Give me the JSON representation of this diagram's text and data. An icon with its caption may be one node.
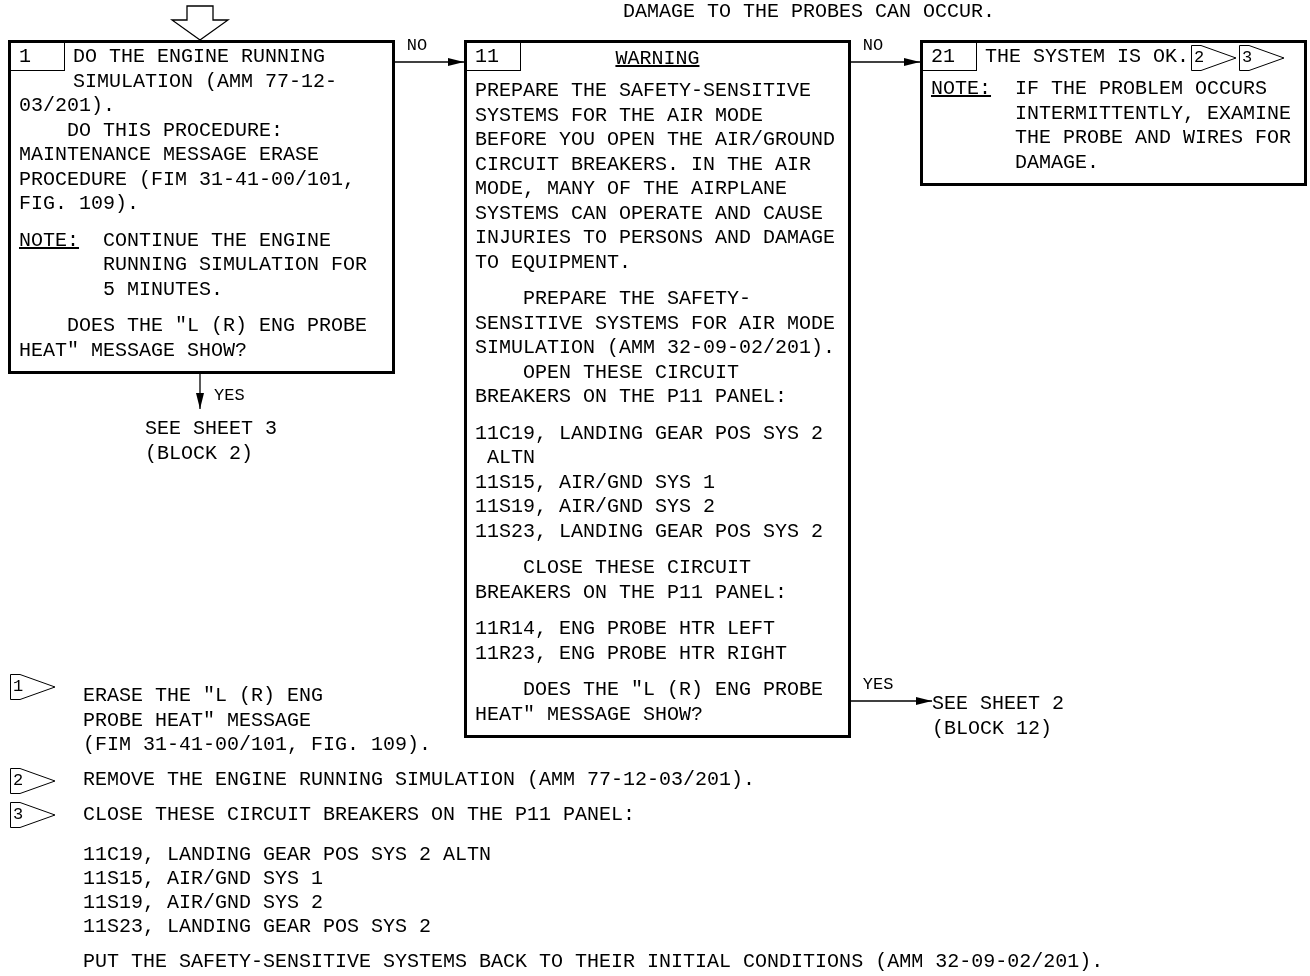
{
  "diagram": {
    "nodes": [
      {
        "text": [
          "1",
          "DO THE ENGINE RUNNING SIMULATION (AMM 77-12-03/201).",
          "DO THIS PROCEDURE: MAINTENANCE MESSAGE ERASE PROCEDURE (FIM 31-41-00/101, FIG. 109).",
          "NOTE:",
          "CONTINUE THE ENGINE RUNNING SIMULATION FOR 5 MINUTES.",
          "DOES THE \"L (R) ENG PROBE HEAT\" MESSAGE SHOW?"
        ]
      },
      {
        "text": [
          "11",
          "WARNING",
          "PREPARE THE SAFETY-SENSITIVE SYSTEMS FOR THE AIR MODE BEFORE YOU OPEN THE AIR/GROUND CIRCUIT BREAKERS. IN THE AIR MODE, MANY OF THE AIRPLANE SYSTEMS CAN OPERATE AND CAUSE INJURIES TO PERSONS AND DAMAGE TO EQUIPMENT.",
          "PREPARE THE SAFETY-SENSITIVE SYSTEMS FOR AIR MODE SIMULATION (AMM 32-09-02/201).",
          "OPEN THESE CIRCUIT BREAKERS ON THE P11 PANEL:",
          "11C19, LANDING GEAR POS SYS 2 ALTN",
          "11S15, AIR/GND SYS 1",
          "11S19, AIR/GND SYS 2",
          "11S23, LANDING GEAR POS SYS 2",
          "CLOSE THESE CIRCUIT BREAKERS ON THE P11 PANEL:",
          "11R14, ENG PROBE HTR LEFT",
          "11R23, ENG PROBE HTR RIGHT",
          "DOES THE \"L (R) ENG PROBE HEAT\" MESSAGE SHOW?"
        ]
      },
      {
        "text": [
          "21",
          "THE SYSTEM IS OK.",
          "2",
          "3",
          "NOTE:",
          "IF THE PROBLEM OCCURS INTERMITTENTLY, EXAMINE THE PROBE AND WIRES FOR DAMAGE."
        ]
      },
      {
        "text": [
          "SEE SHEET 3 (BLOCK 2)"
        ]
      },
      {
        "text": [
          "SEE SHEET 2 (BLOCK 12)"
        ]
      }
    ],
    "edges": [
      {
        "from": null,
        "to": 0,
        "arrow": "to"
      },
      {
        "from": 0,
        "to": 1,
        "arrow": "to",
        "label": "NO"
      },
      {
        "from": 1,
        "to": 2,
        "arrow": "to",
        "label": "NO"
      },
      {
        "from": 0,
        "to": 3,
        "arrow": "to",
        "label": "YES"
      },
      {
        "from": 1,
        "to": 4,
        "arrow": "to",
        "label": "YES"
      }
    ],
    "labels": [
      "DAMAGE TO THE PROBES CAN OCCUR.",
      "1",
      "ERASE THE \"L (R) ENG PROBE HEAT\" MESSAGE (FIM 31-41-00/101, FIG. 109).",
      "2",
      "REMOVE THE ENGINE RUNNING SIMULATION (AMM 77-12-03/201).",
      "3",
      "CLOSE THESE CIRCUIT BREAKERS ON THE P11 PANEL:",
      "11C19, LANDING GEAR POS SYS 2 ALTN",
      "11S15, AIR/GND SYS 1",
      "11S19, AIR/GND SYS 2",
      "11S23, LANDING GEAR POS SYS 2",
      "PUT THE SAFETY-SENSITIVE SYSTEMS BACK TO THEIR INITIAL CONDITIONS (AMM 32-09-02/201)."
    ]
  }
}
